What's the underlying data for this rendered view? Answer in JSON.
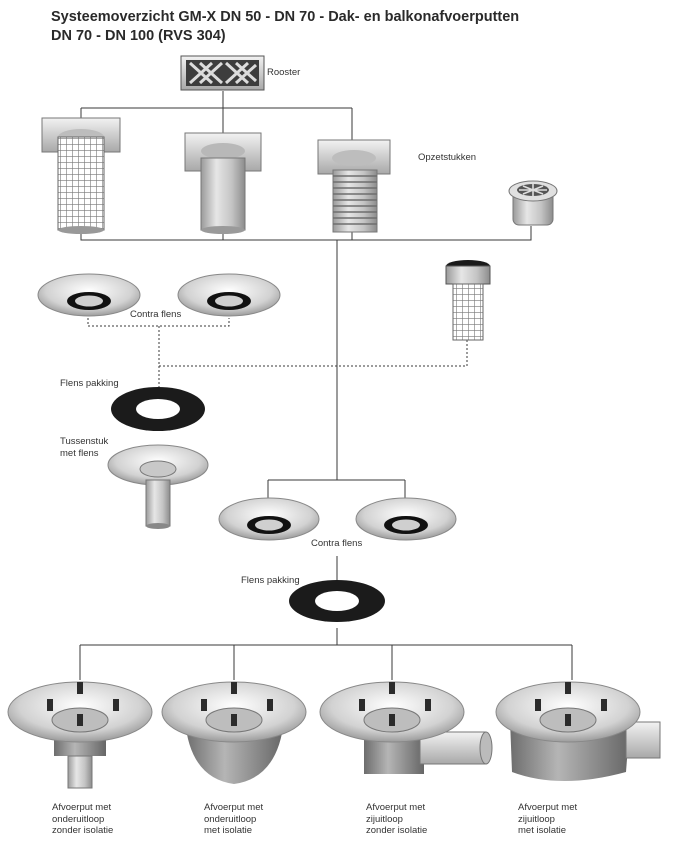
{
  "title": {
    "line1": "Systeemoverzicht GM-X DN 50 - DN 70 - Dak- en balkonafvoerputten",
    "line2": "DN 70 - DN 100 (RVS 304)"
  },
  "labels": {
    "rooster": "Rooster",
    "opzetstukken": "Opzetstukken",
    "contra_flens_top": "Contra flens",
    "flens_pakking_top": "Flens pakking",
    "tussenstuk_line1": "Tussenstuk",
    "tussenstuk_line2": "met flens",
    "contra_flens_mid": "Contra flens",
    "flens_pakking_mid": "Flens pakking"
  },
  "products": [
    {
      "line1": "Afvoerput met",
      "line2": "onderuitloop",
      "line3": "zonder isolatie"
    },
    {
      "line1": "Afvoerput met",
      "line2": "onderuitloop",
      "line3": "met isolatie"
    },
    {
      "line1": "Afvoerput met",
      "line2": "zijuitloop",
      "line3": "zonder isolatie"
    },
    {
      "line1": "Afvoerput met",
      "line2": "zijuitloop",
      "line3": "met isolatie"
    }
  ]
}
